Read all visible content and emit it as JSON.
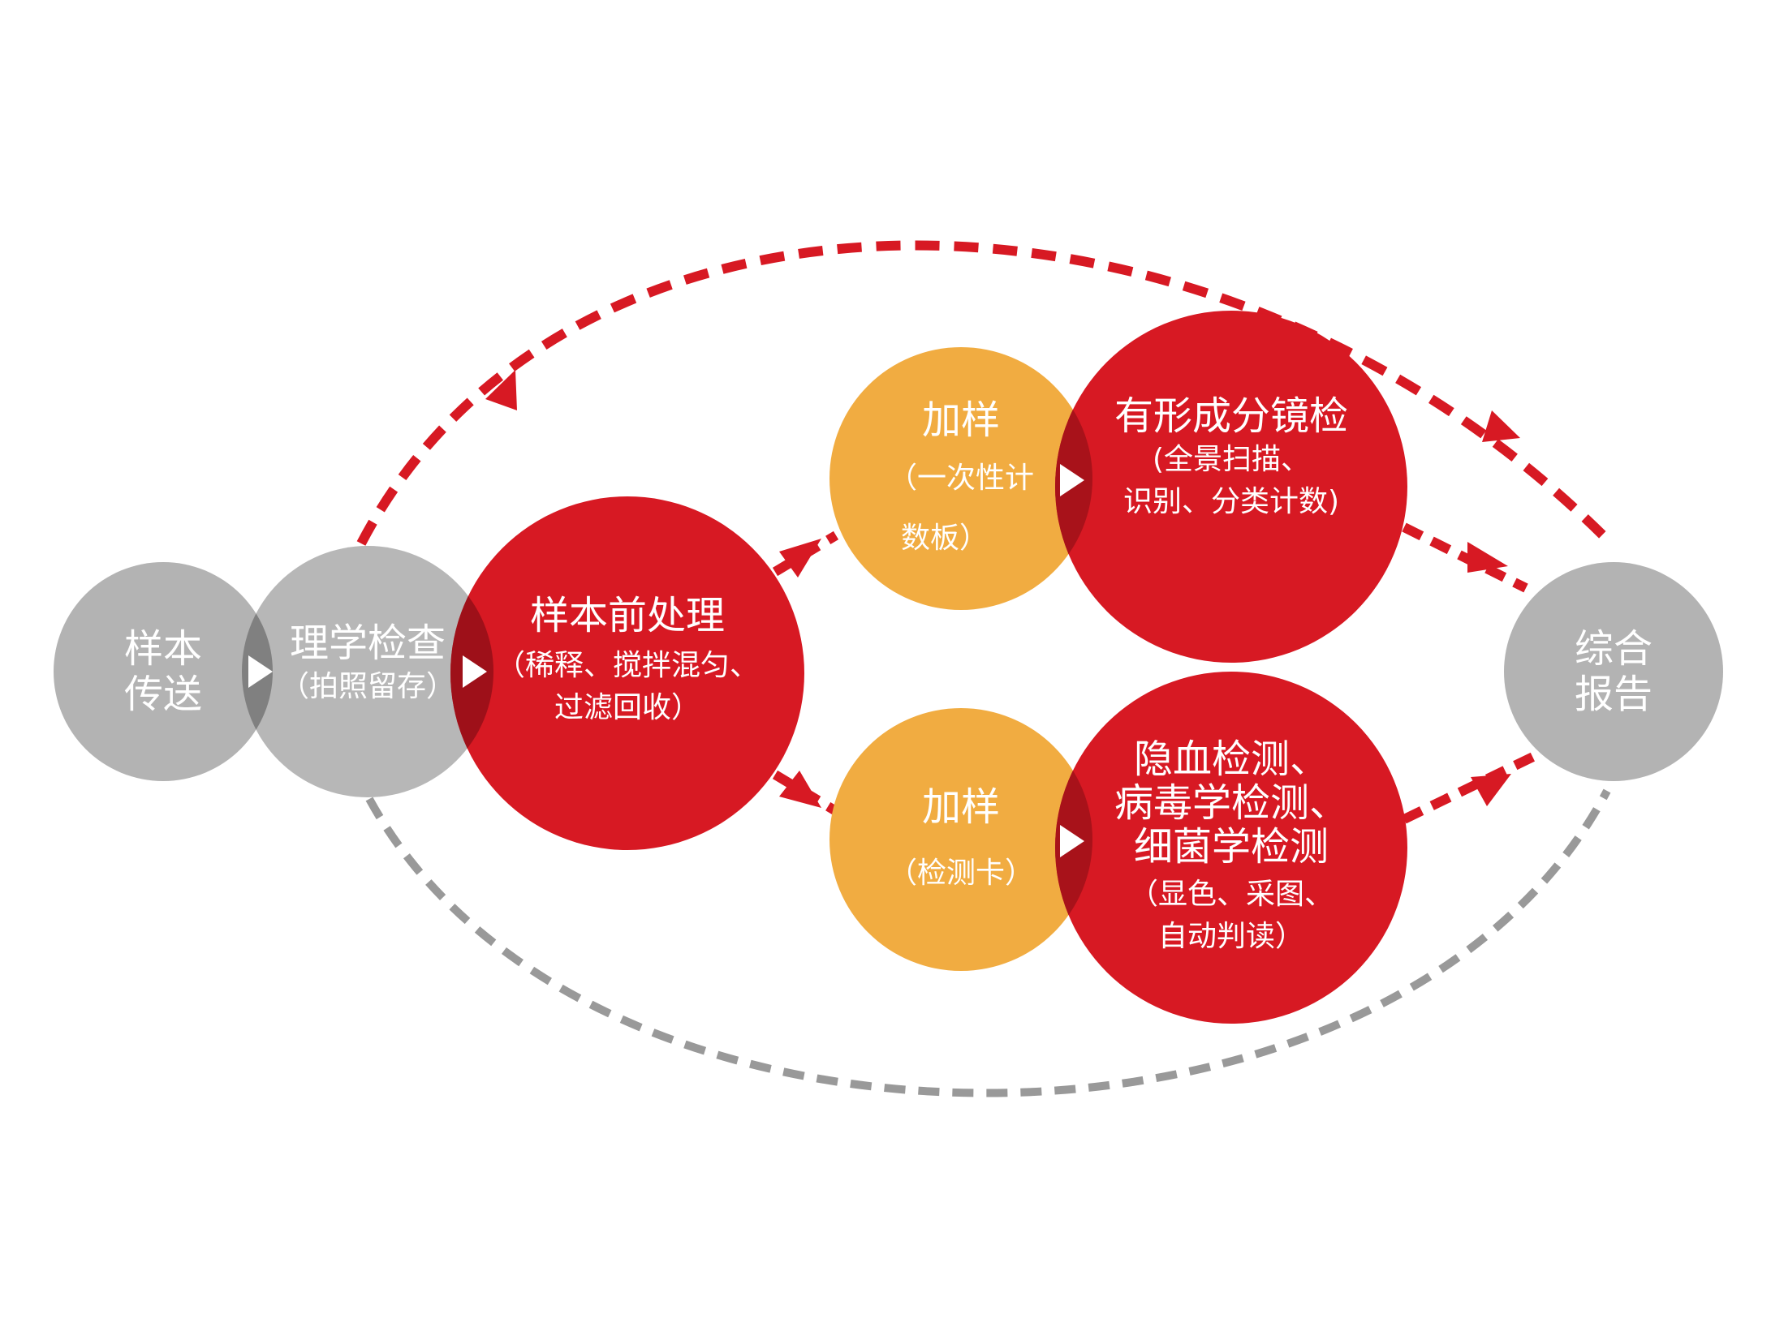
{
  "nodes": {
    "transport": {
      "lines": [
        "样本",
        "传送"
      ]
    },
    "physical": {
      "title": "理学检查",
      "sub": "（拍照留存）"
    },
    "pretreat": {
      "title": "样本前处理",
      "sub1": "（稀释、搅拌混匀、",
      "sub2": "过滤回收）"
    },
    "add_top": {
      "title": "加样",
      "sub1": "（一次性计",
      "sub2": "数板）"
    },
    "microscopy": {
      "title": "有形成分镜检",
      "sub1": "(全景扫描、",
      "sub2": "识别、分类计数)"
    },
    "add_bottom": {
      "title": "加样",
      "sub": "（检测卡）"
    },
    "detection": {
      "title1": "隐血检测、",
      "title2": "病毒学检测、",
      "title3": "细菌学检测",
      "sub1": "（显色、采图、",
      "sub2": "自动判读）"
    },
    "report": {
      "lines": [
        "综合",
        "报告"
      ]
    }
  },
  "colors": {
    "gray": "#b3b3b3",
    "gray_overlap": "#808080",
    "red": "#d71923",
    "red_overlap": "#9e1019",
    "orange": "#f1ac41",
    "dash_red": "#d71923",
    "dash_gray": "#999999"
  }
}
